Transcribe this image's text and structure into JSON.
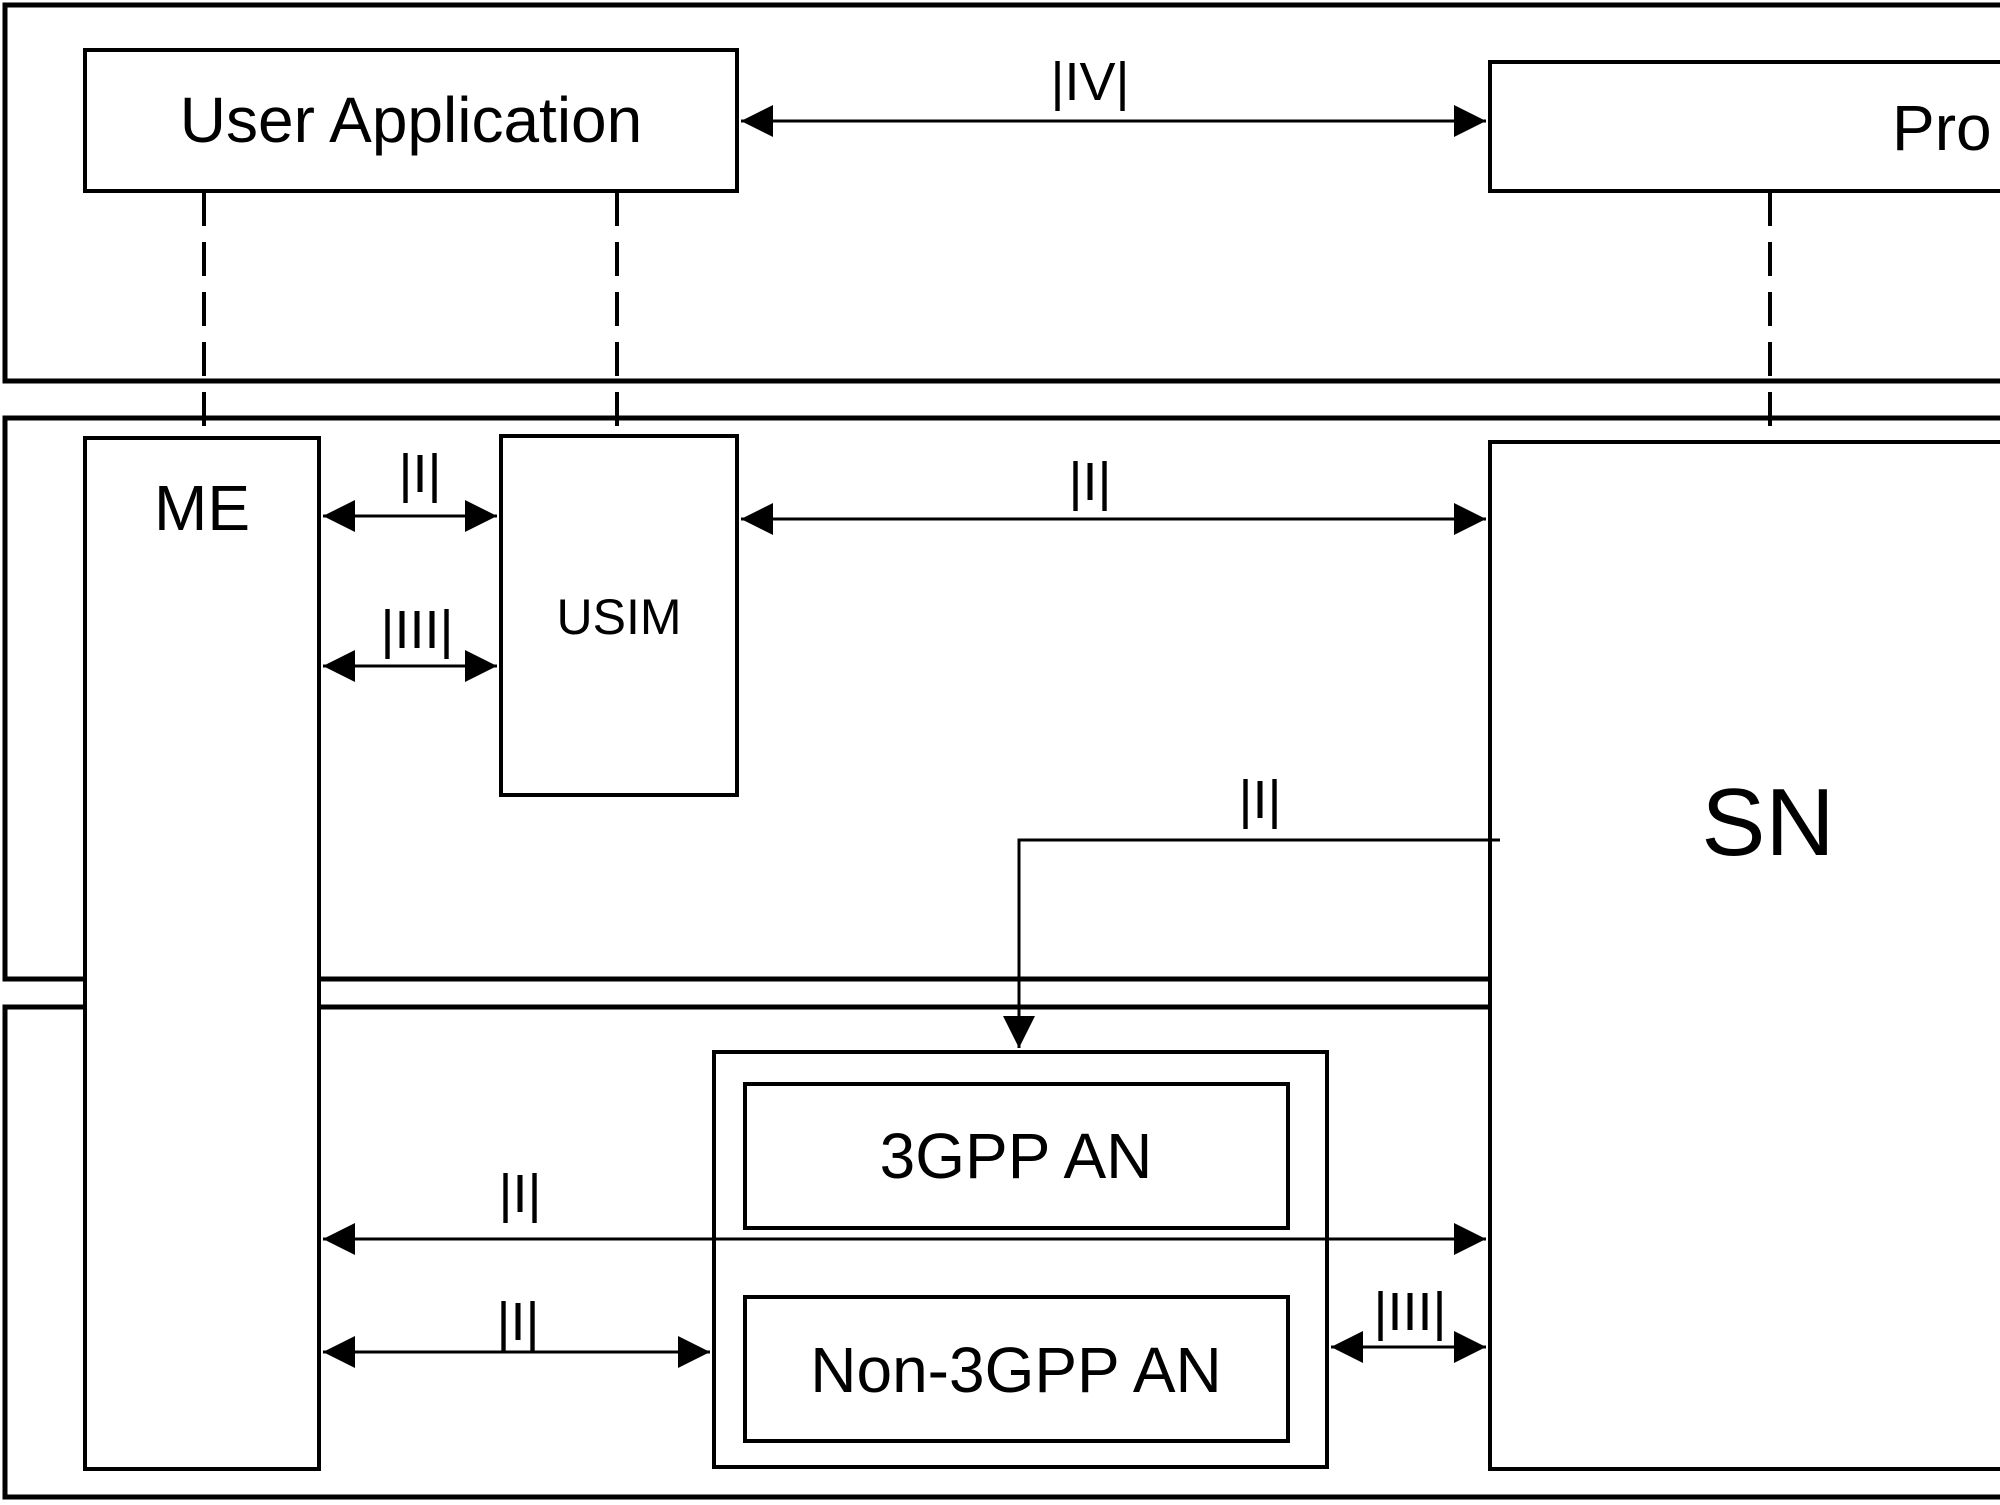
{
  "diagram": {
    "line_color": "#000000",
    "background": "#ffffff",
    "nodes": {
      "user_application": "User Application",
      "provider_partial": "Pro",
      "me": "ME",
      "usim": "USIM",
      "sn": "SN",
      "an_3gpp": "3GPP AN",
      "an_non_3gpp": "Non-3GPP AN"
    },
    "labels": {
      "iv": "|IV|",
      "i_me_usim": "|I|",
      "iii_me_usim": "|III|",
      "i_usim_sn": "|I|",
      "i_sn_an": "|I|",
      "i_me_sn": "|I|",
      "i_me_nonan": "|I|",
      "iii_nonan_sn": "|III|"
    }
  }
}
